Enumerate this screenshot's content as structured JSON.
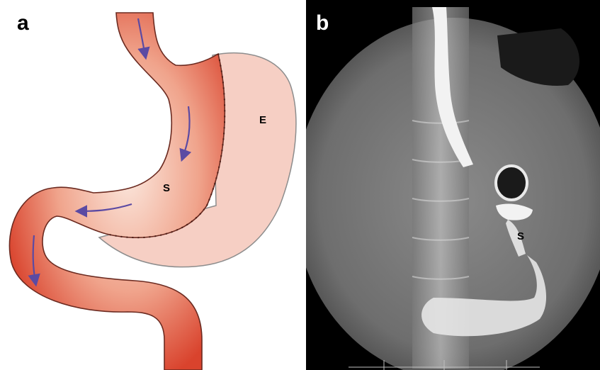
{
  "panels": [
    {
      "letter": "a",
      "labels": {
        "excluded": "E",
        "stomach": "S"
      }
    },
    {
      "letter": "b",
      "labels": {
        "stomach": "S"
      }
    }
  ],
  "colors": {
    "stomach_red": "#e0533d",
    "stomach_light": "#f8d3c4",
    "excluded_fill": "#f6cfc4",
    "arrow": "#5b4aa3",
    "xray_dark": "#1a1a1a",
    "xray_light": "#f2f2f2"
  }
}
